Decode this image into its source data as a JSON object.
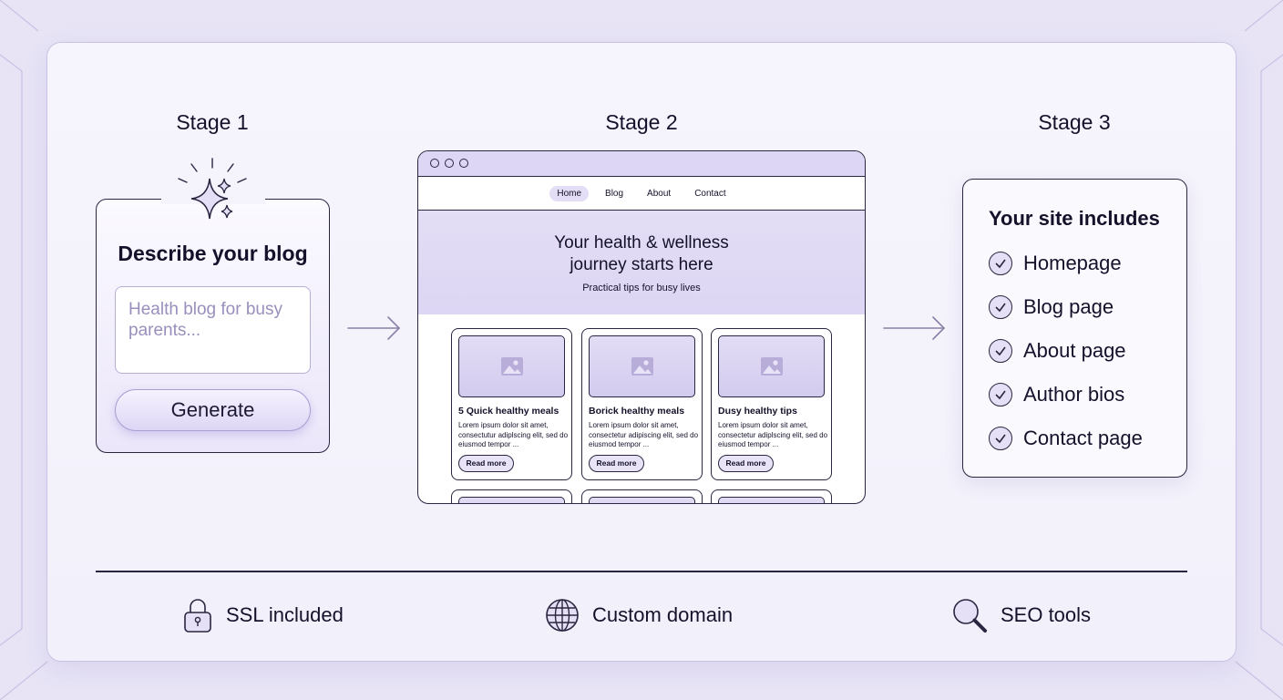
{
  "stages": [
    {
      "label": "Stage 1"
    },
    {
      "label": "Stage 2"
    },
    {
      "label": "Stage 3"
    }
  ],
  "stage1": {
    "title": "Describe your blog",
    "input_placeholder": "Health blog for busy parents...",
    "button_label": "Generate",
    "icon": "sparkle-icon"
  },
  "stage2": {
    "nav": [
      "Home",
      "Blog",
      "About",
      "Contact"
    ],
    "active_nav": "Home",
    "hero_title_line1": "Your health & wellness",
    "hero_title_line2": "journey starts here",
    "hero_subtitle": "Practical tips for busy lives",
    "cards": [
      {
        "title": "5 Quick healthy meals",
        "body": "Lorem ipsum dolor sit amet, consectutur adiplscing elit, sed do eiusmod tempor ...",
        "button": "Read more"
      },
      {
        "title": "Borick healthy meals",
        "body": "Lorem ipsum dolor sit amet, consectetur adipiscing elit, sed do eiusmod tempor ...",
        "button": "Read more"
      },
      {
        "title": "Dusy healthy tips",
        "body": "Lorem ipsum dolor sit amet, consectetur adiplscing elit, sed do eiusmod tempor ...",
        "button": "Read more"
      }
    ]
  },
  "stage3": {
    "title": "Your site includes",
    "items": [
      "Homepage",
      "Blog page",
      "About page",
      "Author bios",
      "Contact page"
    ]
  },
  "features": [
    {
      "label": "SSL included",
      "icon": "lock-icon"
    },
    {
      "label": "Custom domain",
      "icon": "globe-icon"
    },
    {
      "label": "SEO tools",
      "icon": "magnifier-icon"
    }
  ],
  "colors": {
    "background": "#e8e4f6",
    "panel": "#f4f2fb",
    "ink": "#14112a",
    "accent_lavender": "#ddd6f4",
    "placeholder": "#9a8fbc"
  }
}
